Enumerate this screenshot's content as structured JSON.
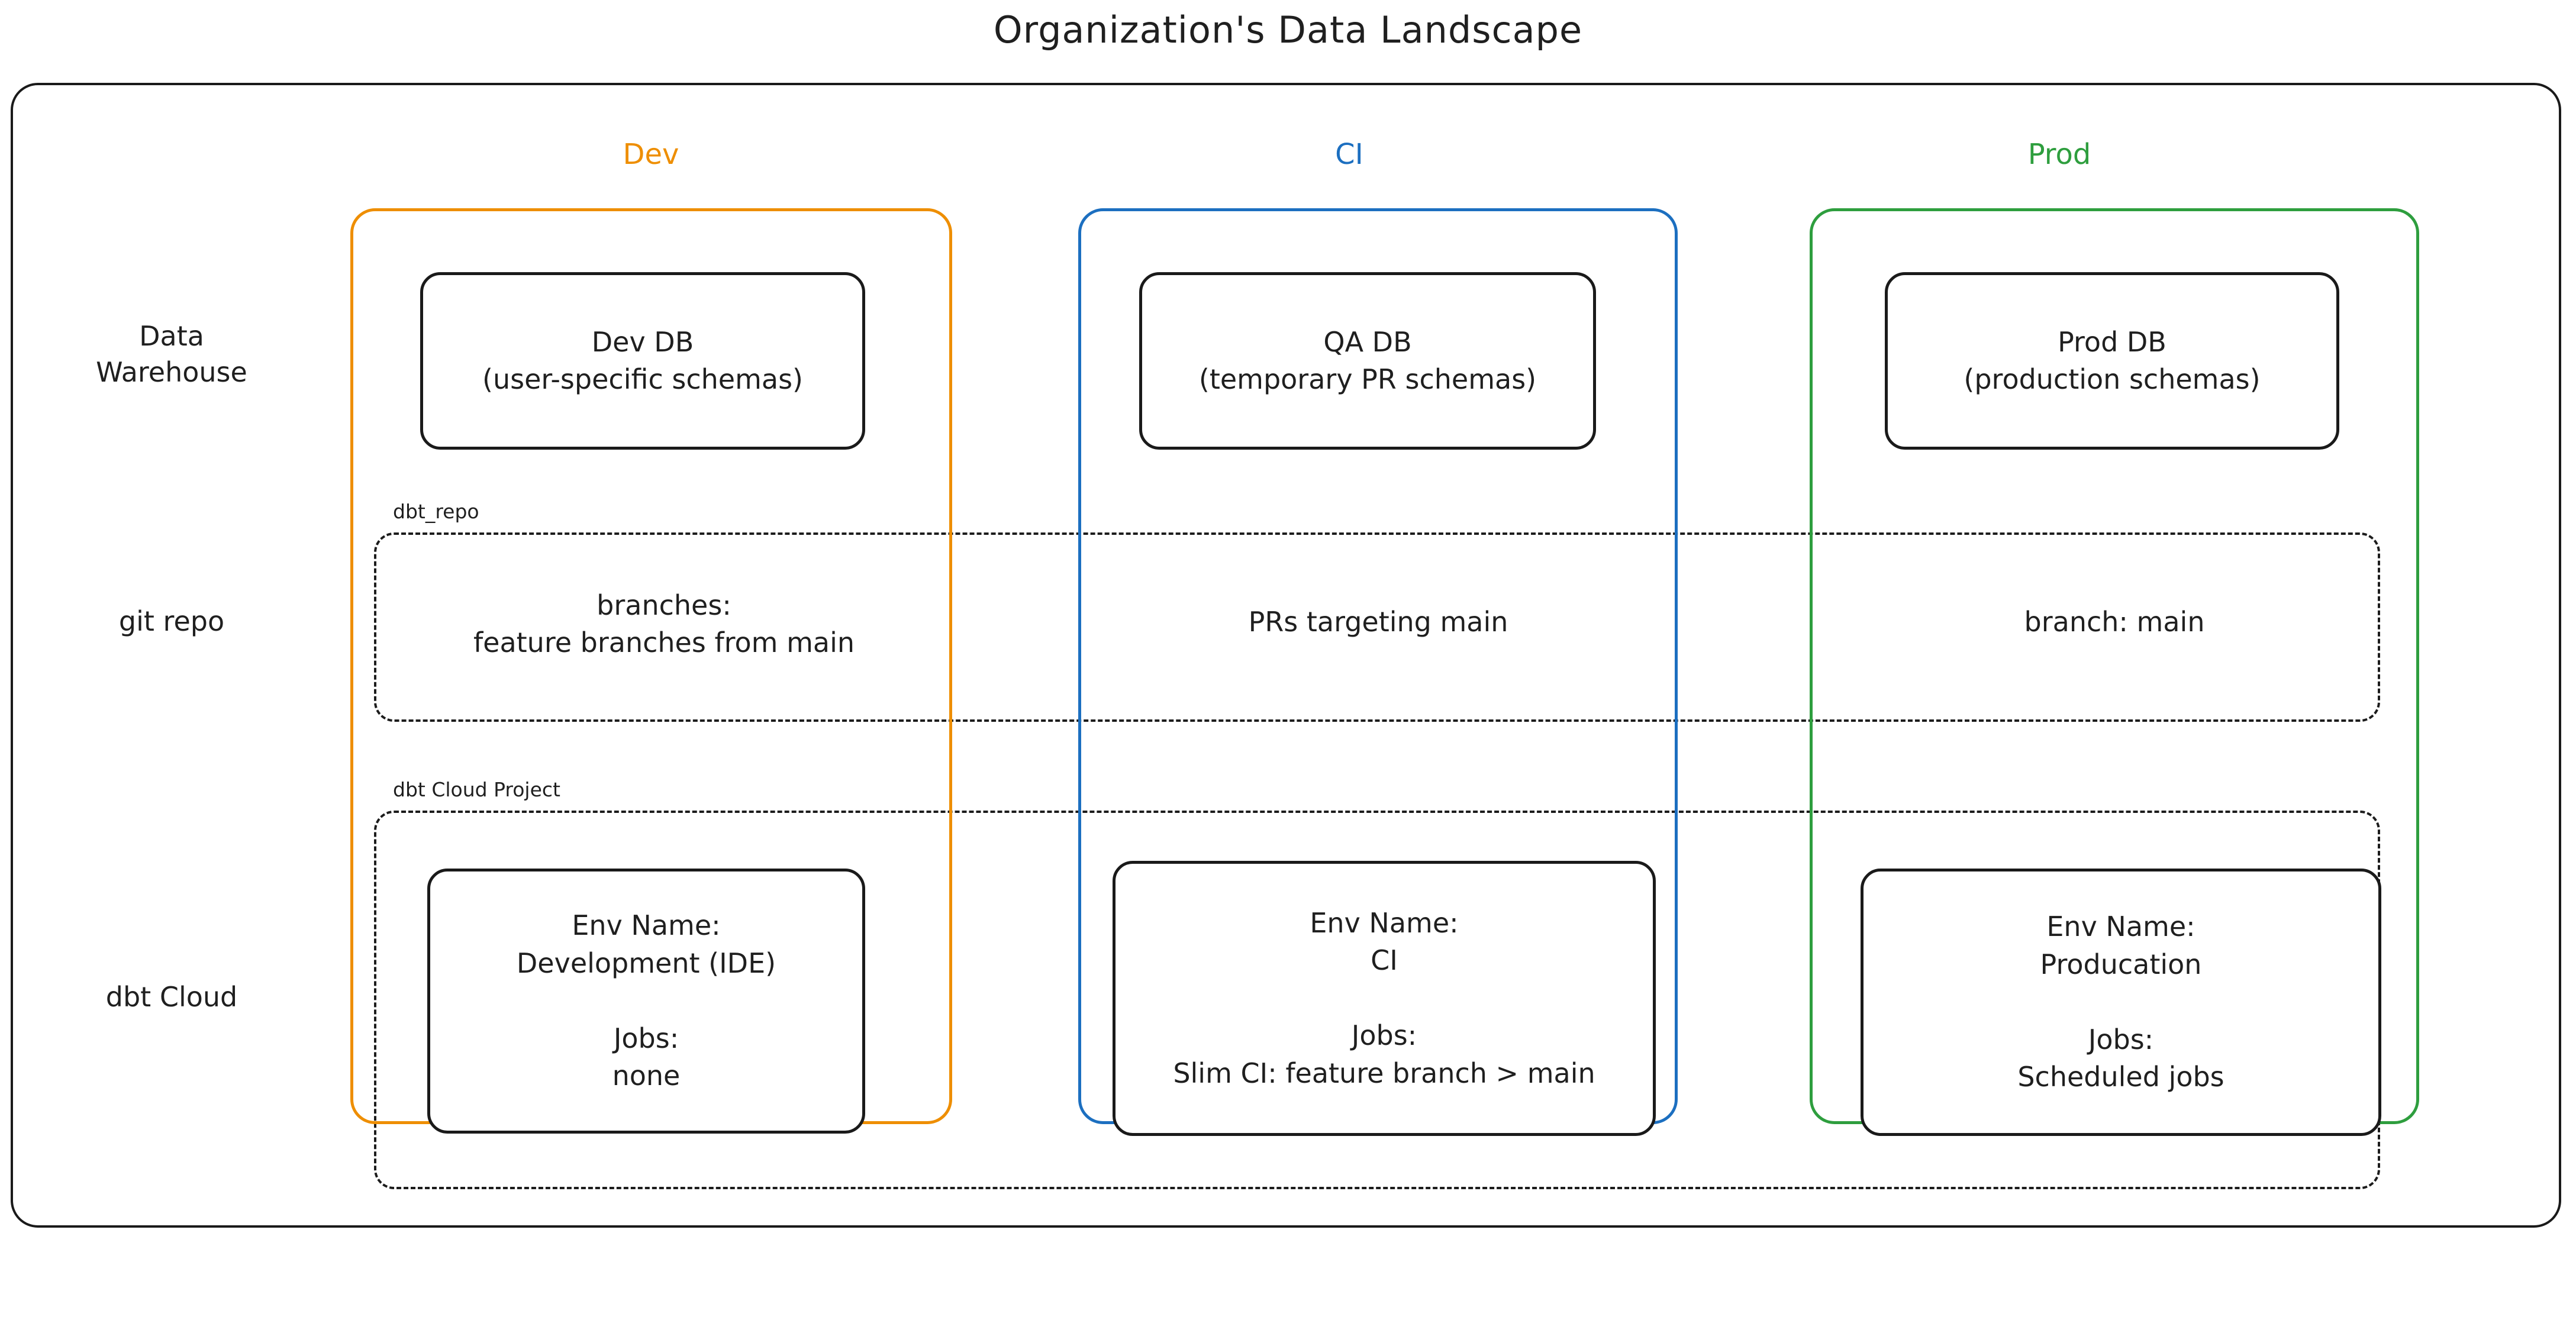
{
  "title": "Organization's Data Landscape",
  "colors": {
    "dev": "#ee8e00",
    "ci": "#1c6fc0",
    "prod": "#2e9e3e",
    "stroke": "#1a1a1a",
    "text": "#1f1f1f"
  },
  "columns": [
    {
      "key": "dev",
      "label": "Dev",
      "color": "#ee8e00"
    },
    {
      "key": "ci",
      "label": "CI",
      "color": "#1c6fc0"
    },
    {
      "key": "prod",
      "label": "Prod",
      "color": "#2e9e3e"
    }
  ],
  "rows": [
    {
      "key": "data_warehouse",
      "label": "Data\nWarehouse"
    },
    {
      "key": "git_repo",
      "label": "git repo"
    },
    {
      "key": "dbt_cloud",
      "label": "dbt Cloud"
    }
  ],
  "groups": [
    {
      "key": "dbt_repo",
      "label": "dbt_repo"
    },
    {
      "key": "dbt_cloud_project",
      "label": "dbt Cloud Project"
    }
  ],
  "data_warehouse": {
    "dev": "Dev DB\n(user-specific schemas)",
    "ci": "QA DB\n(temporary PR schemas)",
    "prod": "Prod DB\n(production schemas)"
  },
  "git_repo": {
    "dev": "branches:\nfeature branches from main",
    "ci": "PRs targeting main",
    "prod": "branch: main"
  },
  "dbt_cloud": {
    "dev": "Env Name:\nDevelopment (IDE)\n\nJobs:\nnone",
    "ci": "Env Name:\nCI\n\nJobs:\nSlim CI: feature branch > main",
    "prod": "Env Name:\nProducation\n\nJobs:\nScheduled jobs"
  }
}
